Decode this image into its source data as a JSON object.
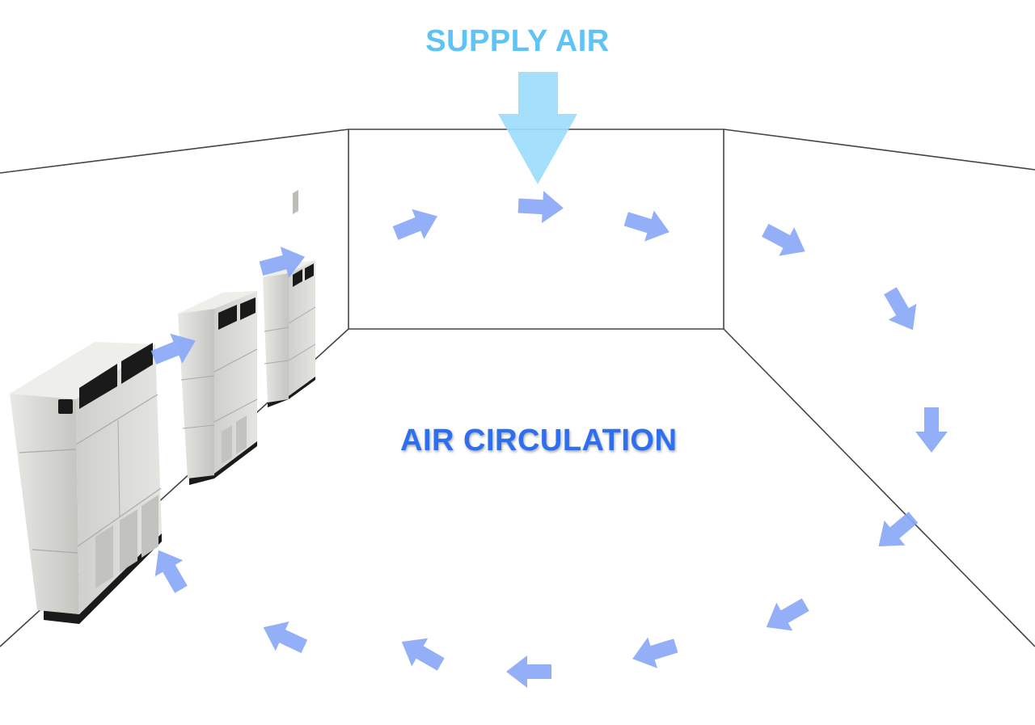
{
  "labels": {
    "supply_air": "SUPPLY AIR",
    "air_circulation": "AIR CIRCULATION"
  },
  "colors": {
    "supply_text": "#5ec3f5",
    "circulation_text": "#2e6ff0",
    "supply_arrow": "#9cdcfb",
    "flow_arrow": "#8aa8f8",
    "room_line": "#444444",
    "unit_body": "#d9dad6",
    "unit_shadow": "#b9bab5",
    "unit_vent": "#1a1a1a",
    "unit_base": "#1a1a1a"
  },
  "icons": {
    "supply": "down-arrow-icon",
    "flow": "flow-arrow-icon",
    "unit": "air-conditioner-unit"
  }
}
